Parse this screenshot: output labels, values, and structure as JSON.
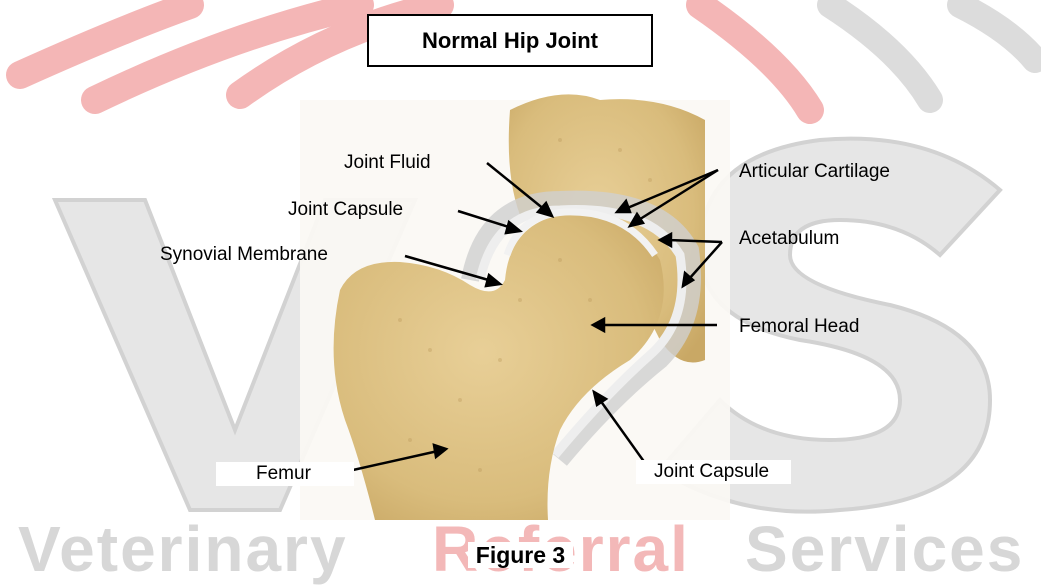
{
  "title": "Normal Hip Joint",
  "labels": {
    "joint_fluid": "Joint Fluid",
    "joint_capsule_top": "Joint Capsule",
    "synovial_membrane": "Synovial Membrane",
    "articular_cartilage": "Articular Cartilage",
    "acetabulum": "Acetabulum",
    "femoral_head": "Femoral Head",
    "femur": "Femur",
    "joint_capsule_bottom": "Joint Capsule"
  },
  "caption": "Figure 3",
  "watermark": {
    "word1": "Veterinary",
    "word2": "Referral",
    "word3": "Services"
  },
  "colors": {
    "bone": "#e3c98f",
    "cartilage": "#ececec",
    "watermark_grey": "#d7d7d7",
    "watermark_red": "#f3b8b8"
  }
}
